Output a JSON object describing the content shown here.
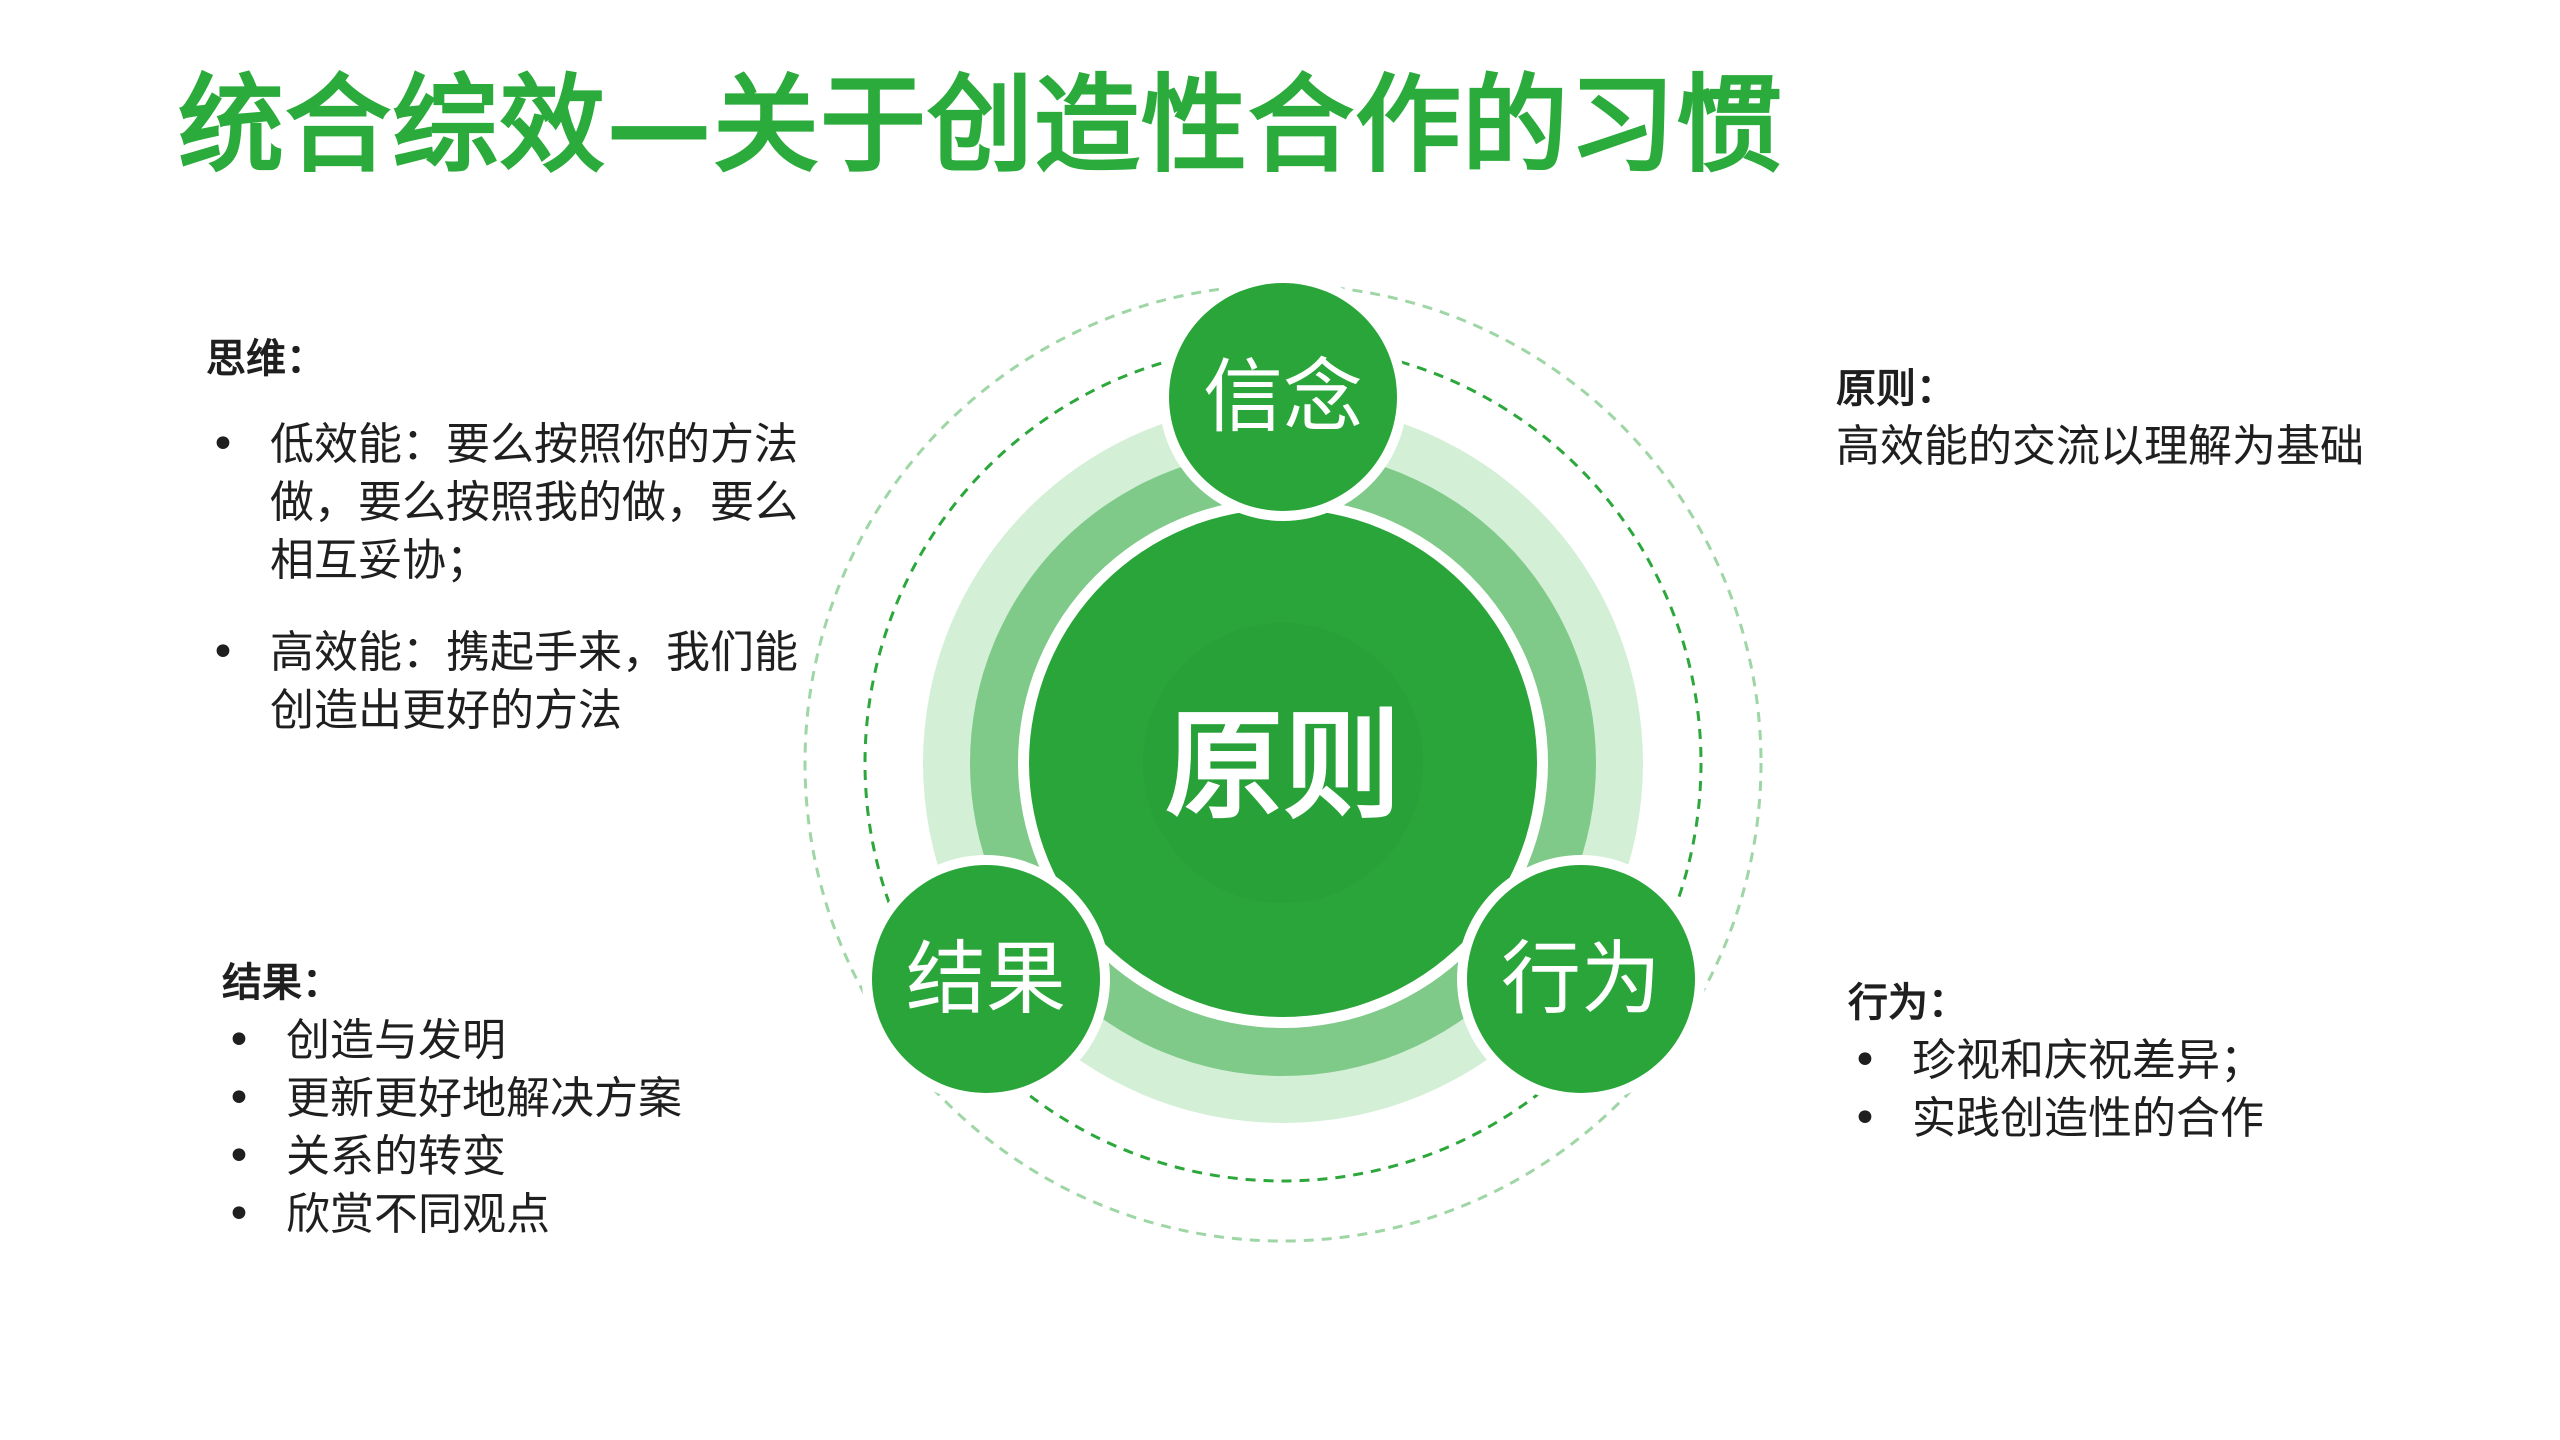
{
  "title": "统合综效—关于创造性合作的习惯",
  "diagram": {
    "center_label": "原则",
    "nodes": {
      "top": "信念",
      "left": "结果",
      "right": "行为"
    }
  },
  "thinking": {
    "heading": "思维：",
    "bullets": [
      "低效能：要么按照你的方法做，要么按照我的做，要么相互妥协；",
      "高效能：携起手来，我们能创造出更好的方法"
    ]
  },
  "principle": {
    "heading": "原则：",
    "text": "高效能的交流以理解为基础"
  },
  "result": {
    "heading": "结果：",
    "bullets": [
      "创造与发明",
      "更新更好地解决方案",
      "关系的转变",
      "欣赏不同观点"
    ]
  },
  "action": {
    "heading": "行为：",
    "bullets": [
      "珍视和庆祝差异；",
      "实践创造性的合作"
    ]
  },
  "colors": {
    "primary_green": "#2bab3c",
    "node_green": "#2aa539",
    "ring_mid": "#7fca89",
    "ring_light": "#d3efd6",
    "dashed": "#2ca73b"
  }
}
